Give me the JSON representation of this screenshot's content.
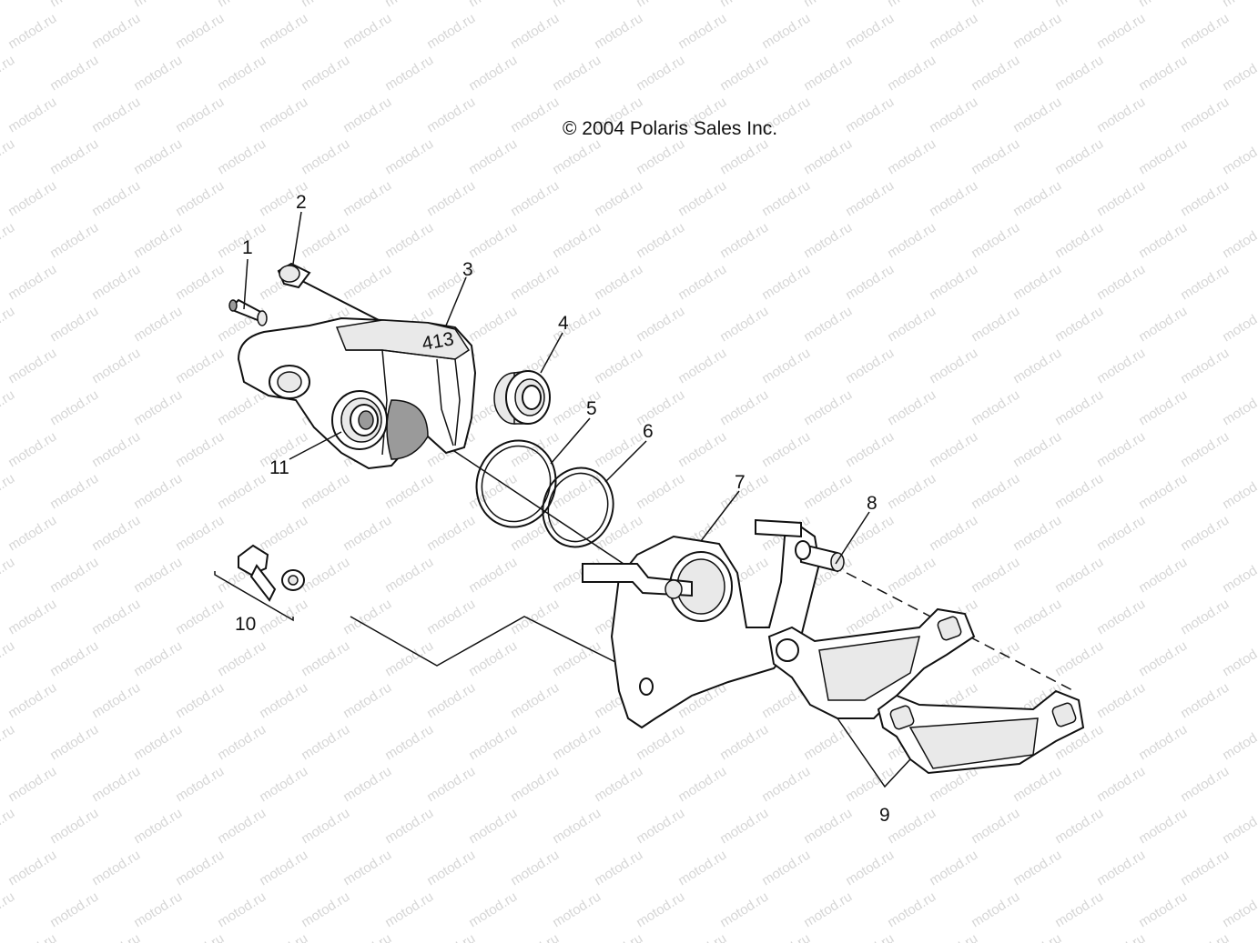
{
  "copyright": "© 2004 Polaris Sales Inc.",
  "watermark": "motod.ru",
  "caliper_marking": "413",
  "callouts": [
    "1",
    "2",
    "3",
    "4",
    "5",
    "6",
    "7",
    "8",
    "9",
    "10",
    "11"
  ]
}
